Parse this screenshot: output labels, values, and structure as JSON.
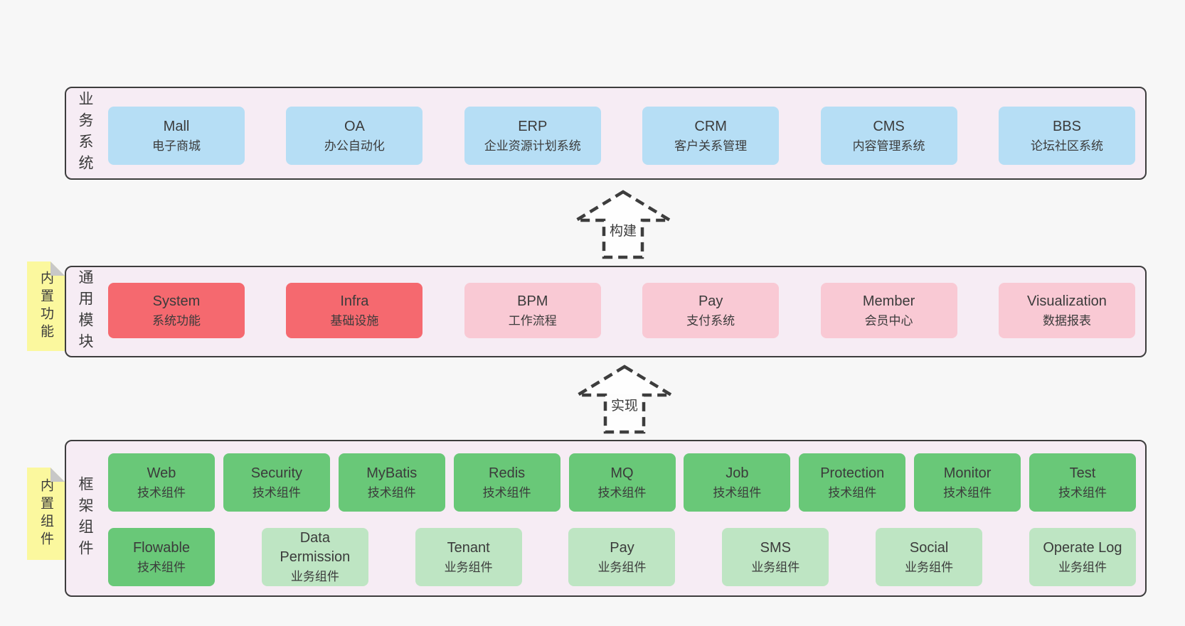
{
  "colors": {
    "page_bg": "#f7f7f7",
    "container_bg": "#f6ecf4",
    "container_border": "#3d3d3d",
    "business_box": "#b6def5",
    "core_module_box": "#f5696f",
    "optional_module_box": "#f9c9d4",
    "tech_component_box": "#69c878",
    "biz_component_box": "#bee5c3",
    "sticky_note": "#fbf89e",
    "sticky_fold": "#c8c8c8",
    "text": "#3b3b3b"
  },
  "arrows": {
    "build": {
      "label": "构建"
    },
    "implement": {
      "label": "实现"
    }
  },
  "business_layer": {
    "side_label": "业务系统",
    "boxes": [
      {
        "title": "Mall",
        "subtitle": "电子商城"
      },
      {
        "title": "OA",
        "subtitle": "办公自动化"
      },
      {
        "title": "ERP",
        "subtitle": "企业资源计划系统"
      },
      {
        "title": "CRM",
        "subtitle": "客户关系管理"
      },
      {
        "title": "CMS",
        "subtitle": "内容管理系统"
      },
      {
        "title": "BBS",
        "subtitle": "论坛社区系统"
      }
    ]
  },
  "modules_layer": {
    "side_label": "通用模块",
    "sticky_label": "内置功能",
    "boxes": [
      {
        "title": "System",
        "subtitle": "系统功能",
        "variant": "red"
      },
      {
        "title": "Infra",
        "subtitle": "基础设施",
        "variant": "red"
      },
      {
        "title": "BPM",
        "subtitle": "工作流程",
        "variant": "pink"
      },
      {
        "title": "Pay",
        "subtitle": "支付系统",
        "variant": "pink"
      },
      {
        "title": "Member",
        "subtitle": "会员中心",
        "variant": "pink"
      },
      {
        "title": "Visualization",
        "subtitle": "数据报表",
        "variant": "pink"
      }
    ]
  },
  "components_layer": {
    "side_label": "框架组件",
    "sticky_label": "内置组件",
    "row1": [
      {
        "title": "Web",
        "subtitle": "技术组件",
        "variant": "tech"
      },
      {
        "title": "Security",
        "subtitle": "技术组件",
        "variant": "tech"
      },
      {
        "title": "MyBatis",
        "subtitle": "技术组件",
        "variant": "tech"
      },
      {
        "title": "Redis",
        "subtitle": "技术组件",
        "variant": "tech"
      },
      {
        "title": "MQ",
        "subtitle": "技术组件",
        "variant": "tech"
      },
      {
        "title": "Job",
        "subtitle": "技术组件",
        "variant": "tech"
      },
      {
        "title": "Protection",
        "subtitle": "技术组件",
        "variant": "tech"
      },
      {
        "title": "Monitor",
        "subtitle": "技术组件",
        "variant": "tech"
      }
    ],
    "row2": [
      {
        "title": "Test",
        "subtitle": "技术组件",
        "variant": "tech"
      },
      {
        "title": "Flowable",
        "subtitle": "技术组件",
        "variant": "tech"
      },
      {
        "title": "Data Permission",
        "subtitle": "业务组件",
        "variant": "biz"
      },
      {
        "title": "Tenant",
        "subtitle": "业务组件",
        "variant": "biz"
      },
      {
        "title": "Pay",
        "subtitle": "业务组件",
        "variant": "biz"
      },
      {
        "title": "SMS",
        "subtitle": "业务组件",
        "variant": "biz"
      },
      {
        "title": "Social",
        "subtitle": "业务组件",
        "variant": "biz"
      },
      {
        "title": "Operate Log",
        "subtitle": "业务组件",
        "variant": "biz"
      }
    ]
  }
}
